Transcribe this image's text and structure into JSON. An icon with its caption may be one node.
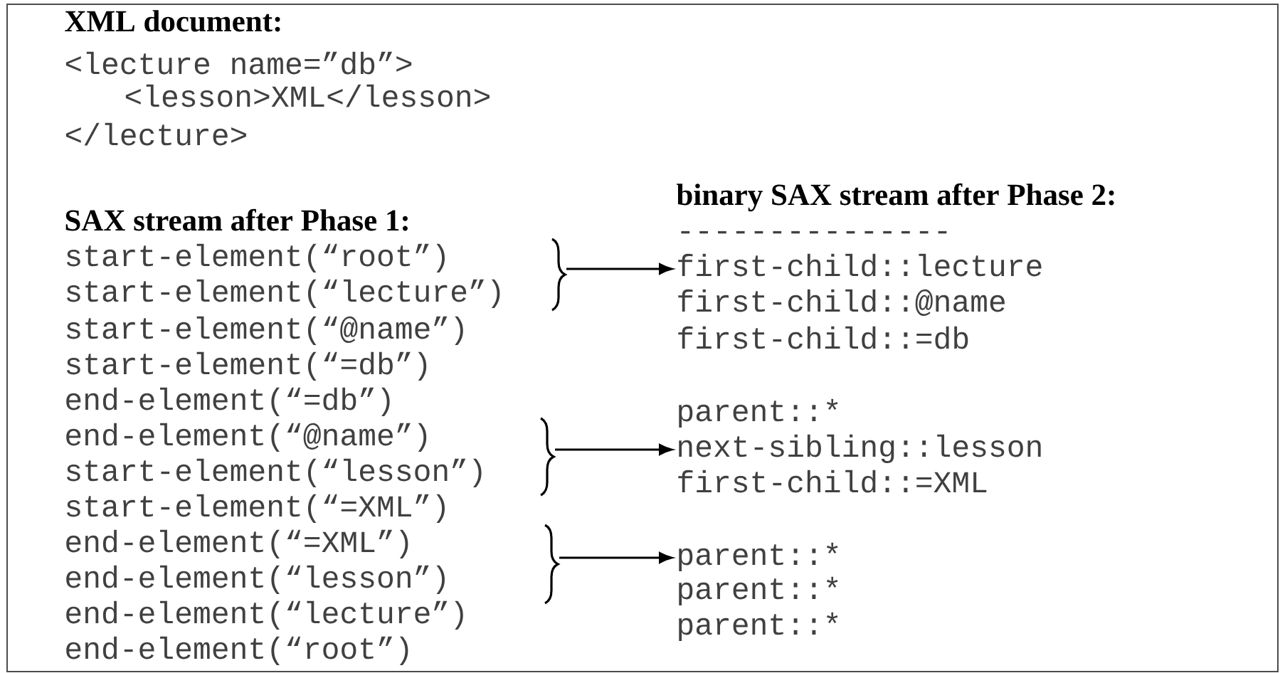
{
  "diagram": {
    "nodes": [
      {
        "text": [
          "start-element(“root”)",
          "start-element(“lecture”)"
        ]
      },
      {
        "text": [
          "first-child::lecture"
        ]
      },
      {
        "text": [
          "end-element(“@name”)",
          "start-element(“lesson”)"
        ]
      },
      {
        "text": [
          "next-sibling::lesson"
        ]
      },
      {
        "text": [
          "end-element(“=XML”)",
          "end-element(“lesson”)"
        ]
      },
      {
        "text": [
          "parent::*"
        ]
      }
    ],
    "edges": [
      {
        "from": 0,
        "to": 1,
        "arrow": "to"
      },
      {
        "from": 2,
        "to": 3,
        "arrow": "to"
      },
      {
        "from": 4,
        "to": 5,
        "arrow": "to"
      }
    ],
    "labels": [
      "XML document:",
      "<lecture name=”db”>",
      "<lesson>XML</lesson>",
      "</lecture>",
      "binary SAX stream after Phase 2:",
      "SAX stream after Phase 1:",
      "start-element(“@name”)",
      "start-element(“=db”)",
      "end-element(“=db”)",
      "start-element(“=XML”)",
      "end-element(“lecture”)",
      "end-element(“root”)",
      "---------------",
      "first-child::@name",
      "first-child::=db",
      "parent::*",
      "first-child::=XML",
      "parent::*",
      "parent::*"
    ]
  }
}
